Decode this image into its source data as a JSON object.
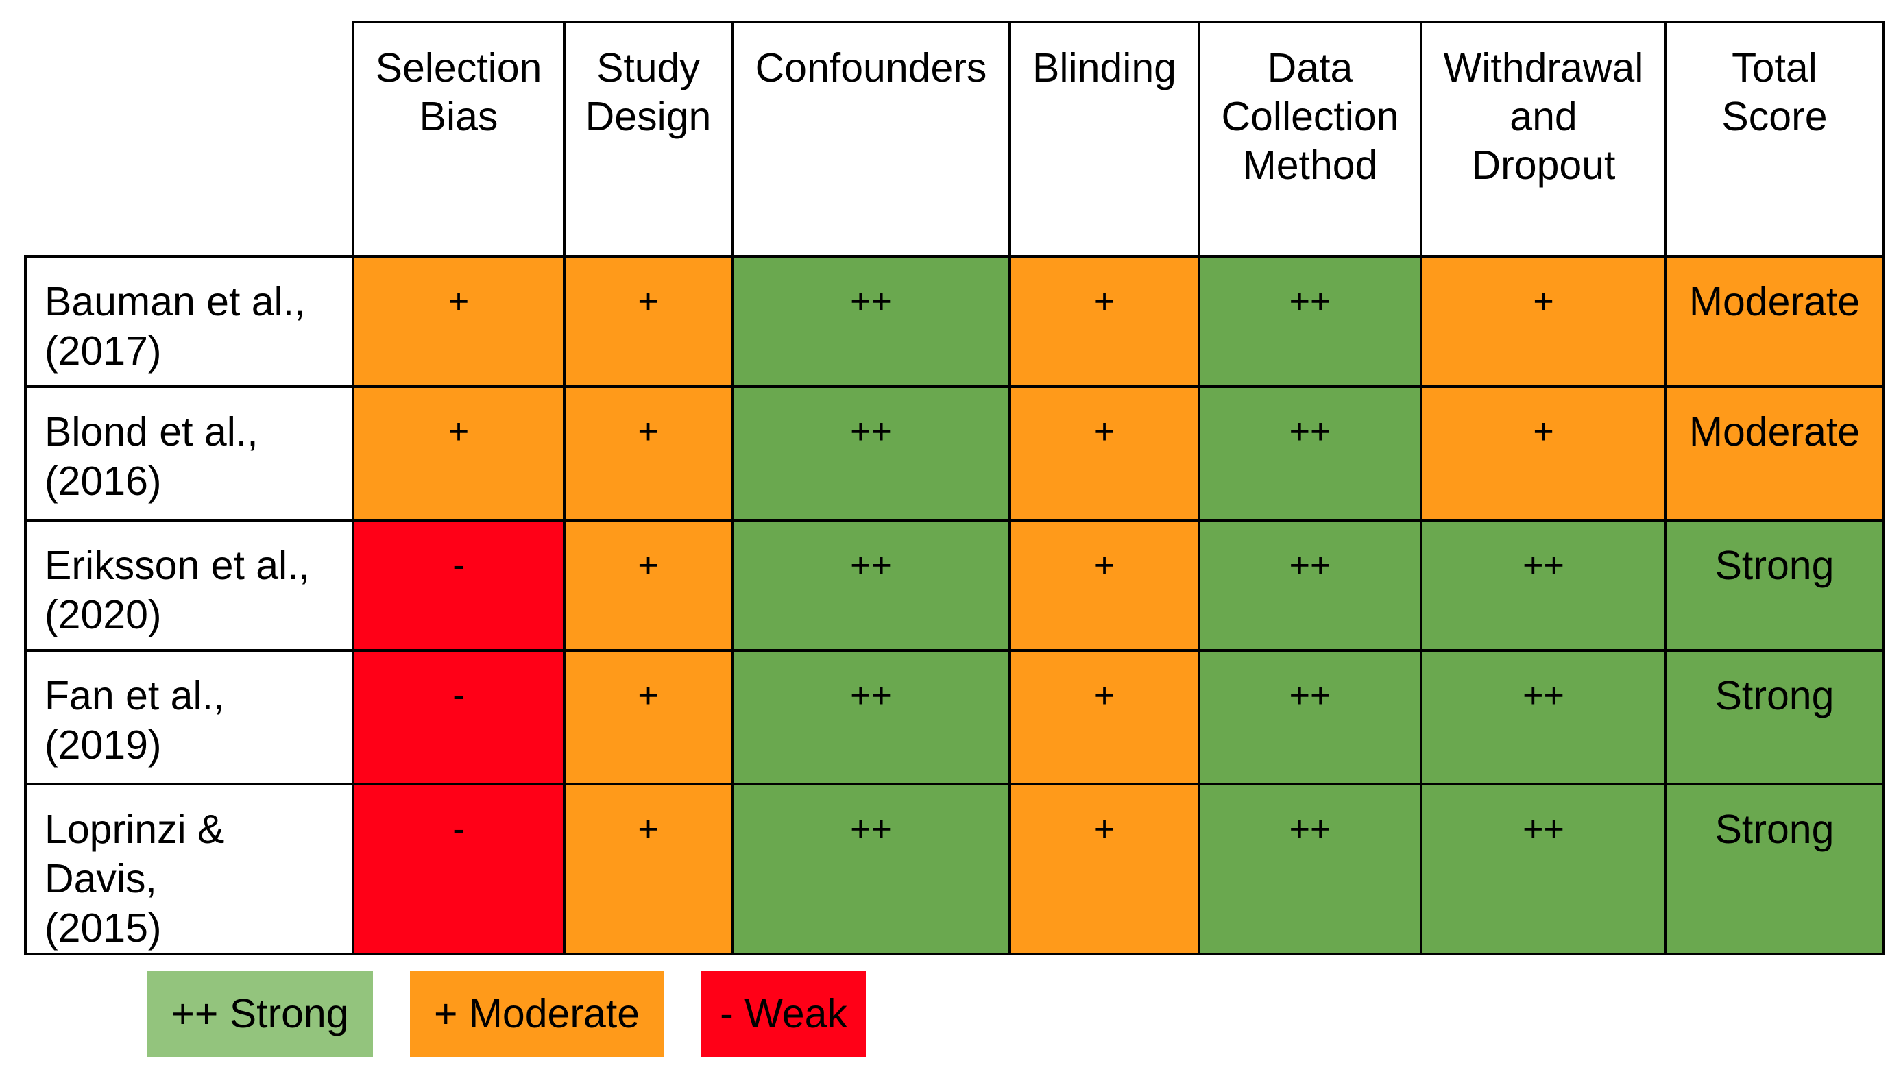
{
  "colors": {
    "strong": "#6aa84f",
    "moderate": "#ff9a1a",
    "weak": "#ff0017",
    "legend_strong": "#93c47d",
    "legend_moderate": "#ff9a1a",
    "legend_weak": "#ff0017"
  },
  "table": {
    "columns": [
      "Selection Bias",
      "Study Design",
      "Confounders",
      "Blinding",
      "Data Collection Method",
      "Withdrawal and Dropout",
      "Total Score"
    ],
    "rows": [
      {
        "study": "Bauman et al., (2017)",
        "cells": [
          {
            "text": "+",
            "level": "moderate"
          },
          {
            "text": "+",
            "level": "moderate"
          },
          {
            "text": "++",
            "level": "strong"
          },
          {
            "text": "+",
            "level": "moderate"
          },
          {
            "text": "++",
            "level": "strong"
          },
          {
            "text": "+",
            "level": "moderate"
          },
          {
            "text": "Moderate",
            "level": "moderate"
          }
        ]
      },
      {
        "study": "Blond et al., (2016)",
        "cells": [
          {
            "text": "+",
            "level": "moderate"
          },
          {
            "text": "+",
            "level": "moderate"
          },
          {
            "text": "++",
            "level": "strong"
          },
          {
            "text": "+",
            "level": "moderate"
          },
          {
            "text": "++",
            "level": "strong"
          },
          {
            "text": "+",
            "level": "moderate"
          },
          {
            "text": "Moderate",
            "level": "moderate"
          }
        ]
      },
      {
        "study": "Eriksson et al., (2020)",
        "cells": [
          {
            "text": "-",
            "level": "weak"
          },
          {
            "text": "+",
            "level": "moderate"
          },
          {
            "text": "++",
            "level": "strong"
          },
          {
            "text": "+",
            "level": "moderate"
          },
          {
            "text": "++",
            "level": "strong"
          },
          {
            "text": "++",
            "level": "strong"
          },
          {
            "text": "Strong",
            "level": "strong"
          }
        ]
      },
      {
        "study": "Fan et al., (2019)",
        "cells": [
          {
            "text": "-",
            "level": "weak"
          },
          {
            "text": "+",
            "level": "moderate"
          },
          {
            "text": "++",
            "level": "strong"
          },
          {
            "text": "+",
            "level": "moderate"
          },
          {
            "text": "++",
            "level": "strong"
          },
          {
            "text": "++",
            "level": "strong"
          },
          {
            "text": "Strong",
            "level": "strong"
          }
        ]
      },
      {
        "study": "Loprinzi & Davis, (2015)",
        "cells": [
          {
            "text": "-",
            "level": "weak"
          },
          {
            "text": "+",
            "level": "moderate"
          },
          {
            "text": "++",
            "level": "strong"
          },
          {
            "text": "+",
            "level": "moderate"
          },
          {
            "text": "++",
            "level": "strong"
          },
          {
            "text": "++",
            "level": "strong"
          },
          {
            "text": "Strong",
            "level": "strong"
          }
        ]
      }
    ]
  },
  "legend": {
    "strong": "++ Strong",
    "moderate": "+ Moderate",
    "weak": "- Weak"
  }
}
